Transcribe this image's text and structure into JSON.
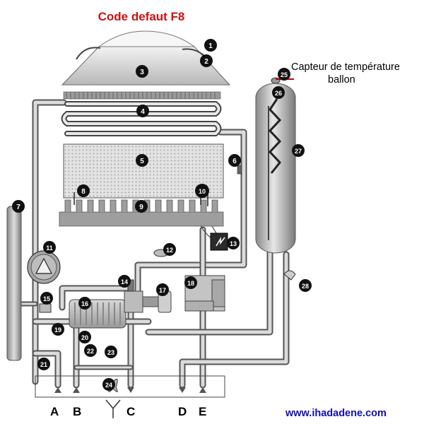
{
  "title": "Code defaut F8",
  "sensor_label_line1": "Capteur de température",
  "sensor_label_line2": "ballon",
  "website": "www.ihadadene.com",
  "connections": [
    "A",
    "B",
    "C",
    "D",
    "E"
  ],
  "badges": [
    "1",
    "2",
    "3",
    "4",
    "5",
    "6",
    "7",
    "8",
    "9",
    "10",
    "11",
    "12",
    "13",
    "14",
    "15",
    "16",
    "17",
    "18",
    "19",
    "20",
    "21",
    "22",
    "23",
    "24",
    "25",
    "26",
    "27",
    "28"
  ]
}
